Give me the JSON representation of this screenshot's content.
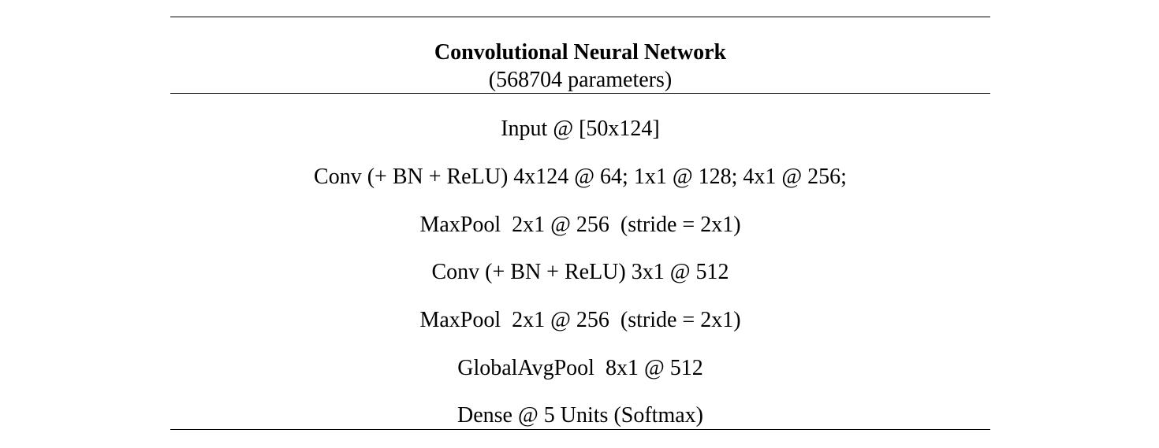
{
  "table": {
    "title": "Convolutional Neural Network",
    "subtitle": "(568704 parameters)",
    "layers": [
      "Input @ [50x124]",
      "Conv (+ BN + ReLU) 4x124 @ 64; 1x1 @ 128; 4x1 @ 256;",
      "MaxPool  2x1 @ 256  (stride = 2x1)",
      "Conv (+ BN + ReLU) 3x1 @ 512",
      "MaxPool  2x1 @ 256  (stride = 2x1)",
      "GlobalAvgPool  8x1 @ 512",
      "Dense @ 5 Units (Softmax)"
    ]
  }
}
